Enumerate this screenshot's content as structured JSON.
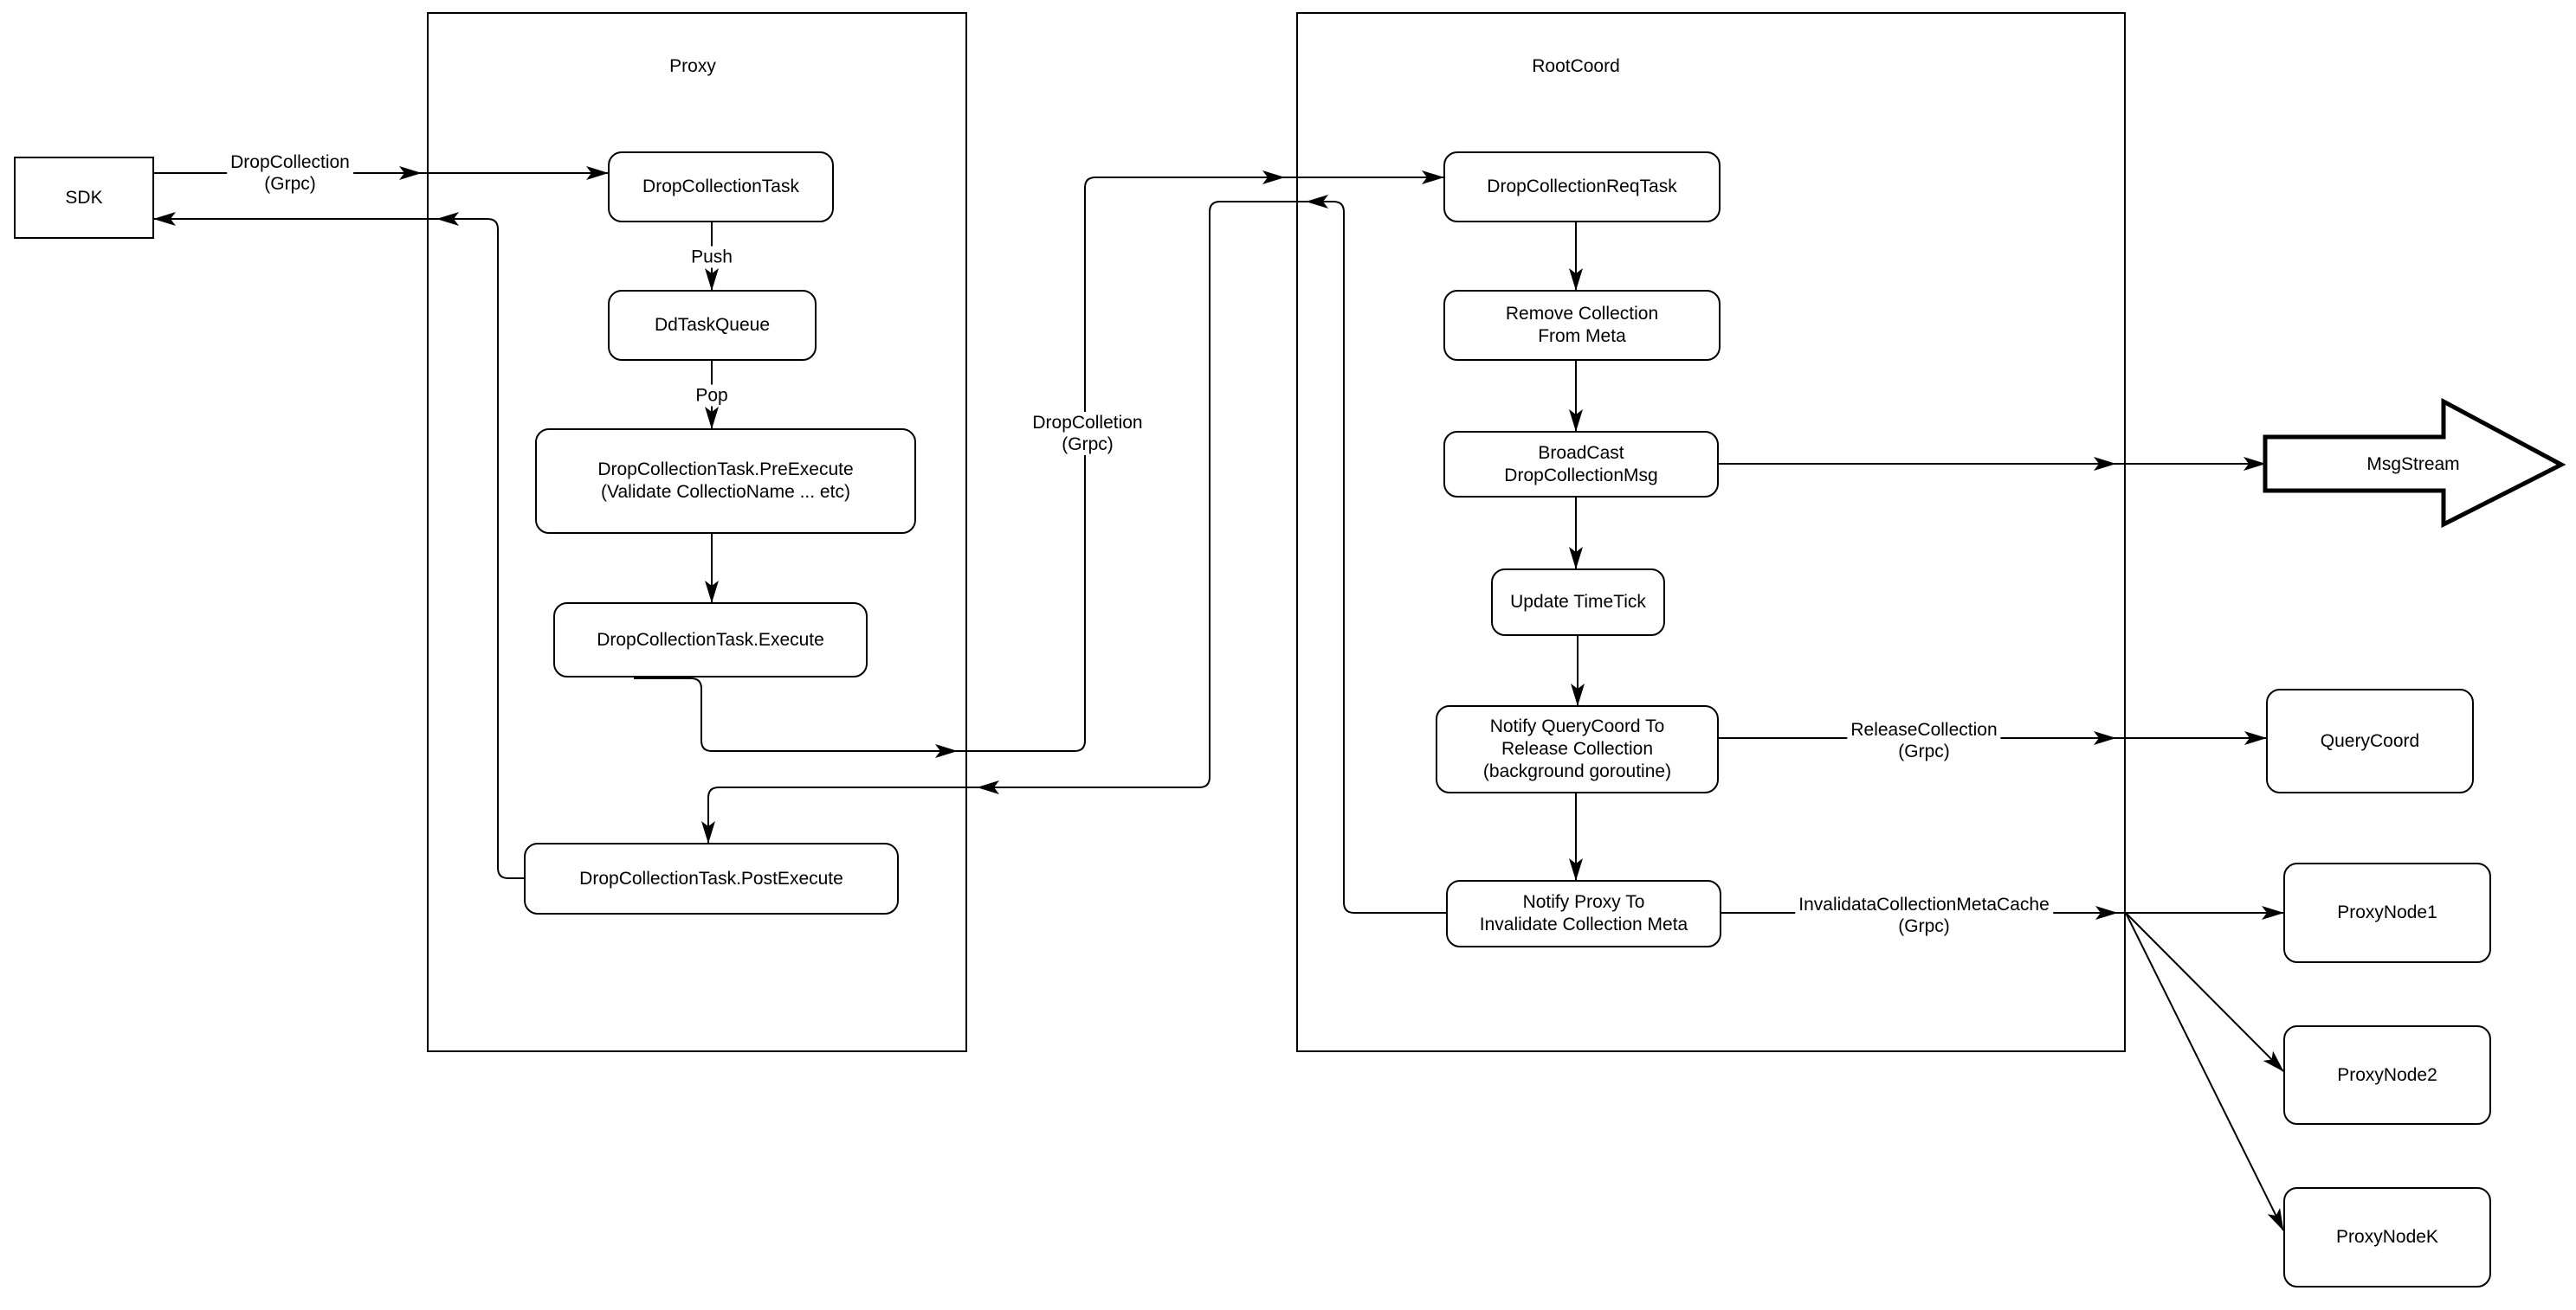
{
  "containers": {
    "proxy": {
      "label": "Proxy"
    },
    "rootcoord": {
      "label": "RootCoord"
    }
  },
  "nodes": {
    "sdk": {
      "label": "SDK"
    },
    "drop_collection_task": {
      "label": "DropCollectionTask"
    },
    "dd_task_queue": {
      "label": "DdTaskQueue"
    },
    "pre_execute": {
      "label": "DropCollectionTask.PreExecute\n(Validate CollectioName ... etc)"
    },
    "execute": {
      "label": "DropCollectionTask.Execute"
    },
    "post_execute": {
      "label": "DropCollectionTask.PostExecute"
    },
    "req_task": {
      "label": "DropCollectionReqTask"
    },
    "remove_meta": {
      "label": "Remove Collection\nFrom Meta"
    },
    "broadcast": {
      "label": "BroadCast\nDropCollectionMsg"
    },
    "update_timetick": {
      "label": "Update TimeTick"
    },
    "notify_querycoord": {
      "label": "Notify QueryCoord To\nRelease Collection\n(background goroutine)"
    },
    "notify_proxy": {
      "label": "Notify Proxy To\nInvalidate Collection Meta"
    },
    "msgstream": {
      "label": "MsgStream"
    },
    "querycoord": {
      "label": "QueryCoord"
    },
    "proxynode1": {
      "label": "ProxyNode1"
    },
    "proxynode2": {
      "label": "ProxyNode2"
    },
    "proxynodek": {
      "label": "ProxyNodeK"
    }
  },
  "edge_labels": {
    "sdk_grpc": "DropCollection\n(Grpc)",
    "push": "Push",
    "pop": "Pop",
    "mid_grpc": "DropColletion\n(Grpc)",
    "release": "ReleaseCollection\n(Grpc)",
    "invalidate": "InvalidataCollectionMetaCache\n(Grpc)"
  },
  "colors": {
    "stroke": "#000000",
    "background": "#ffffff"
  }
}
